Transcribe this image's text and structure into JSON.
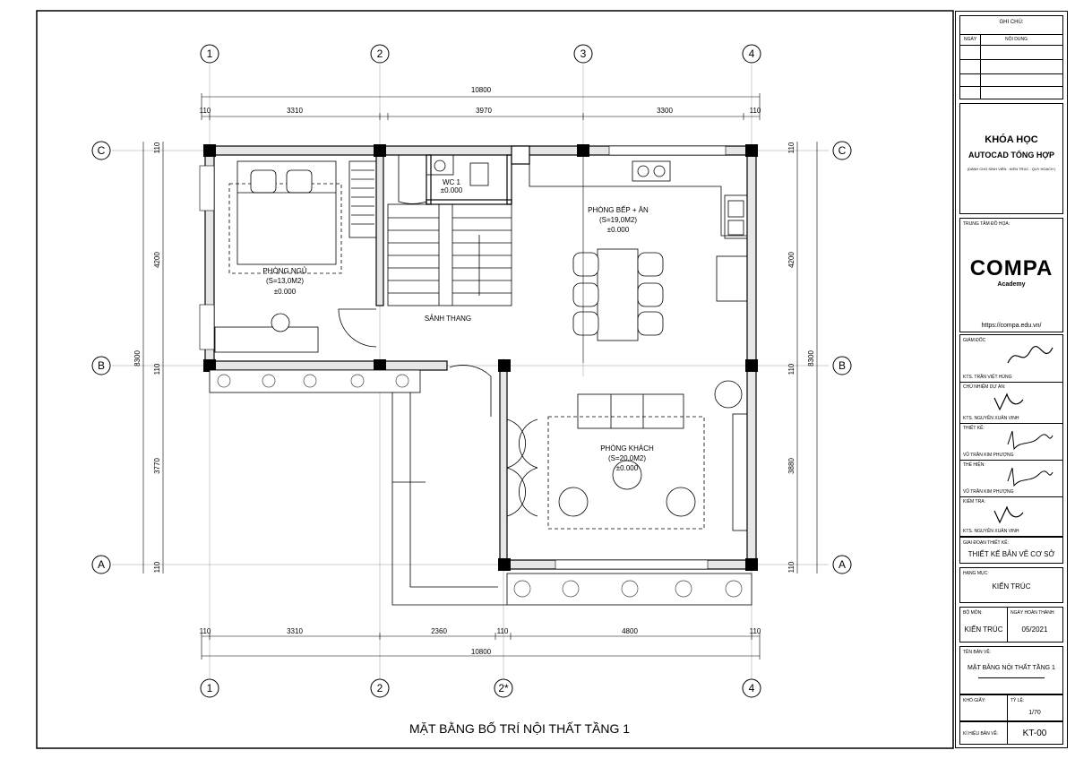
{
  "drawing": {
    "title": "MẶT BẰNG BỐ TRÍ NỘI THẤT TẦNG 1",
    "grid_top": [
      "1",
      "2",
      "3",
      "4"
    ],
    "grid_bottom": [
      "1",
      "2",
      "2*",
      "4"
    ],
    "grid_rows": [
      "C",
      "B",
      "A"
    ],
    "dims_top_total": "10800",
    "dims_top": [
      "110",
      "3310",
      "3970",
      "3300",
      "110"
    ],
    "dims_bottom": [
      "110",
      "3310",
      "2360",
      "110",
      "4800",
      "110"
    ],
    "dims_bottom_total": "10800",
    "dims_left": [
      "110",
      "4200",
      "8300",
      "110",
      "3770",
      "110"
    ],
    "dims_right": [
      "110",
      "4200",
      "8300",
      "110",
      "3880",
      "110"
    ],
    "rooms": {
      "bedroom_name": "PHÒNG NGỦ",
      "bedroom_area": "(S=13,0M2)",
      "bedroom_level": "±0.000",
      "wc_name": "WC 1",
      "wc_level": "±0.000",
      "kitchen_name": "PHÒNG BẾP + ĂN",
      "kitchen_area": "(S=19,0M2)",
      "kitchen_level": "±0.000",
      "stair_hall": "SẢNH THANG",
      "living_name": "PHÒNG KHÁCH",
      "living_area": "(S=20,0M2)",
      "living_level": "±0.000"
    }
  },
  "title_block": {
    "notes_header": "GHI CHÚ:",
    "col_date": "NGÀY",
    "col_content": "NỘI DUNG",
    "course_line1": "KHÓA HỌC",
    "course_line2": "AUTOCAD TỔNG HỢP",
    "course_sub": "(DÀNH CHO SINH VIÊN : KIẾN TRÚC - QUY HOẠCH )",
    "center_label": "TRUNG TÂM ĐỒ HỌA:",
    "logo_text": "COMPA",
    "logo_sub": "Academy",
    "website": "https://compa.edu.vn/",
    "director_label": "GIÁM ĐỐC",
    "director_name": "KTS. TRẦN VIỆT HÙNG",
    "chief_label": "CHỦ NHIỆM DỰ ÁN:",
    "chief_name": "KTS. NGUYỄN XUÂN VINH",
    "design_label": "THIẾT KẾ:",
    "design_name": "VŨ TRẦN KIM PHƯỢNG",
    "drawn_label": "THỂ HIỆN:",
    "drawn_name": "VŨ TRẦN KIM PHƯỢNG",
    "check_label": "KIỂM TRA:",
    "check_name": "KTS. NGUYỄN XUÂN VINH",
    "stage_label": "GIAI ĐOẠN THIẾT KẾ:",
    "stage_value": "THIẾT KẾ BẢN VẼ CƠ SỞ",
    "item_label": "HẠNG MỤC:",
    "item_value": "KIẾN TRÚC",
    "dept_label": "BỘ MÔN:",
    "dept_value": "KIẾN TRÚC",
    "done_label": "NGÀY HOÀN THÀNH:",
    "done_value": "05/2021",
    "sheet_name_label": "TÊN BẢN VẼ:",
    "sheet_name_value": "MẶT BẰNG NỘI THẤT TẦNG 1",
    "paper_label": "KHỔ GIẤY:",
    "scale_label": "TỶ LỆ:",
    "scale_value": "1/70",
    "code_label": "KÍ HIỆU BẢN VẼ:",
    "code_value": "KT-00"
  }
}
